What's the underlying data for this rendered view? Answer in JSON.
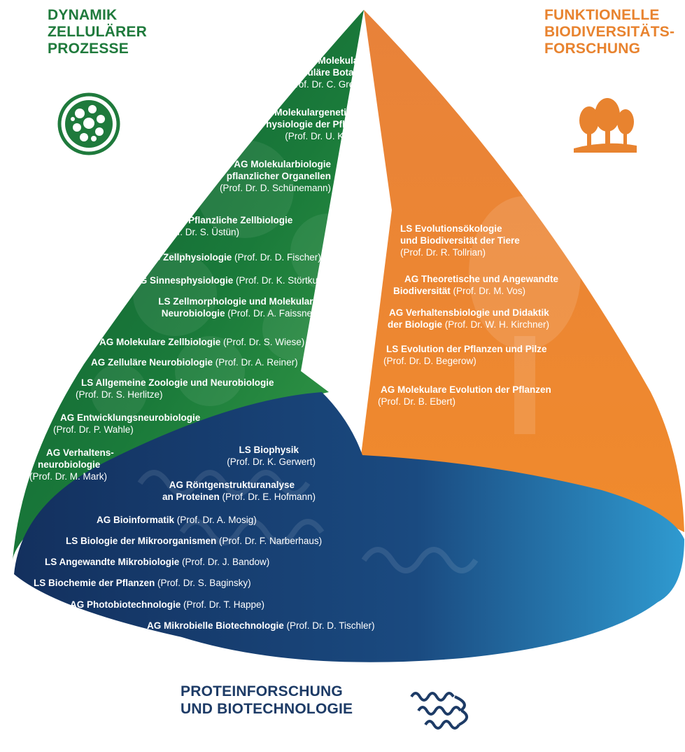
{
  "headings": {
    "green": [
      "DYNAMIK",
      "ZELLULÄRER",
      "PROZESSE"
    ],
    "orange": [
      "FUNKTIONELLE",
      "BIODIVERSITÄTS-",
      "FORSCHUNG"
    ],
    "blue": [
      "PROTEINFORSCHUNG",
      "UND BIOTECHNOLOGIE"
    ]
  },
  "colors": {
    "green_dark": "#0e5a32",
    "green_light": "#2f9a4a",
    "orange": "#ec8a3a",
    "orange_dark": "#e07a25",
    "blue_dark": "#14315e",
    "blue_light": "#2a8fc4",
    "heading_green": "#1f7a3c",
    "heading_orange": "#e8832f",
    "heading_blue": "#1d3b66"
  },
  "icons": {
    "green": "cell-icon",
    "orange": "trees-icon",
    "blue": "protein-helix-icon"
  },
  "groups": {
    "green": [
      {
        "lines": [
          {
            "name": "LS Molekulare",
            "prof": ""
          },
          {
            "name": "und Zelluläre Botanik",
            "prof": ""
          },
          {
            "name": "",
            "prof": "(Prof. Dr. C. Grefen"
          }
        ]
      },
      {
        "lines": [
          {
            "name": "LS Molekulargenetik und",
            "prof": ""
          },
          {
            "name": "Physiologie der Pflanzen",
            "prof": ""
          },
          {
            "name": "",
            "prof": "(Prof. Dr. U. Krämer)"
          }
        ]
      },
      {
        "lines": [
          {
            "name": "AG Molekularbiologie",
            "prof": ""
          },
          {
            "name": "pflanzlicher Organellen",
            "prof": ""
          },
          {
            "name": "",
            "prof": "(Prof. Dr. D. Schünemann)"
          }
        ]
      },
      {
        "lines": [
          {
            "name": "AG Pflanzliche Zellbiologie",
            "prof": ""
          },
          {
            "name": "",
            "prof": "(Prof. Dr. S. Üstün)"
          }
        ]
      },
      {
        "lines": [
          {
            "name": "LS Zellphysiologie",
            "prof": " (Prof. Dr. D. Fischer)"
          }
        ]
      },
      {
        "lines": [
          {
            "name": "AG Sinnesphysiologie",
            "prof": " (Prof. Dr. K. Störtkuhl)"
          }
        ]
      },
      {
        "lines": [
          {
            "name": "LS Zellmorphologie und Molekulare",
            "prof": ""
          },
          {
            "name": "Neurobiologie",
            "prof": " (Prof. Dr. A. Faissner)"
          }
        ]
      },
      {
        "lines": [
          {
            "name": "AG Molekulare Zellbiologie",
            "prof": " (Prof. Dr. S. Wiese)"
          }
        ]
      },
      {
        "lines": [
          {
            "name": "AG Zelluläre Neurobiologie",
            "prof": " (Prof. Dr. A. Reiner)"
          }
        ]
      },
      {
        "lines": [
          {
            "name": "LS Allgemeine Zoologie und Neurobiologie",
            "prof": ""
          },
          {
            "name": "",
            "prof": "(Prof. Dr. S. Herlitze)"
          }
        ]
      },
      {
        "lines": [
          {
            "name": "AG Entwicklungsneurobiologie",
            "prof": ""
          },
          {
            "name": "",
            "prof": "(Prof. Dr. P. Wahle)"
          }
        ]
      },
      {
        "lines": [
          {
            "name": "AG Verhaltens-",
            "prof": ""
          },
          {
            "name": "neurobiologie",
            "prof": ""
          },
          {
            "name": "",
            "prof": "(Prof. Dr. M. Mark)"
          }
        ]
      }
    ],
    "orange": [
      {
        "lines": [
          {
            "name": "LS Evolutionsökologie",
            "prof": ""
          },
          {
            "name": "und Biodiversität der Tiere",
            "prof": ""
          },
          {
            "name": "",
            "prof": "(Prof. Dr. R. Tollrian)"
          }
        ]
      },
      {
        "lines": [
          {
            "name": "AG Theoretische und Angewandte",
            "prof": ""
          },
          {
            "name": "Biodiversität",
            "prof": " (Prof. Dr. M. Vos)"
          }
        ]
      },
      {
        "lines": [
          {
            "name": "AG Verhaltensbiologie und Didaktik",
            "prof": ""
          },
          {
            "name": "der Biologie",
            "prof": " (Prof. Dr. W. H. Kirchner)"
          }
        ]
      },
      {
        "lines": [
          {
            "name": "LS Evolution der Pflanzen und Pilze",
            "prof": ""
          },
          {
            "name": "",
            "prof": "(Prof. Dr. D. Begerow)"
          }
        ]
      },
      {
        "lines": [
          {
            "name": "AG Molekulare Evolution der Pflanzen",
            "prof": ""
          },
          {
            "name": "",
            "prof": "(Prof. Dr. B. Ebert)"
          }
        ]
      }
    ],
    "blue": [
      {
        "lines": [
          {
            "name": "LS Biophysik",
            "prof": ""
          },
          {
            "name": "",
            "prof": "(Prof. Dr. K. Gerwert)"
          }
        ]
      },
      {
        "lines": [
          {
            "name": "AG Röntgenstrukturanalyse",
            "prof": ""
          },
          {
            "name": "an Proteinen",
            "prof": " (Prof. Dr. E. Hofmann)"
          }
        ]
      },
      {
        "lines": [
          {
            "name": "AG Bioinformatik",
            "prof": " (Prof. Dr. A. Mosig)"
          }
        ]
      },
      {
        "lines": [
          {
            "name": "LS Biologie der Mikroorganismen",
            "prof": " (Prof. Dr. F. Narberhaus)"
          }
        ]
      },
      {
        "lines": [
          {
            "name": "LS Angewandte Mikrobiologie",
            "prof": " (Prof. Dr. J. Bandow)"
          }
        ]
      },
      {
        "lines": [
          {
            "name": "LS Biochemie der Pflanzen",
            "prof": " (Prof. Dr. S. Baginsky)"
          }
        ]
      },
      {
        "lines": [
          {
            "name": "AG Photobiotechnologie",
            "prof": " (Prof. Dr. T. Happe)"
          }
        ]
      },
      {
        "lines": [
          {
            "name": "AG Mikrobielle Biotechnologie",
            "prof": " (Prof. Dr. D. Tischler)"
          }
        ]
      }
    ]
  }
}
